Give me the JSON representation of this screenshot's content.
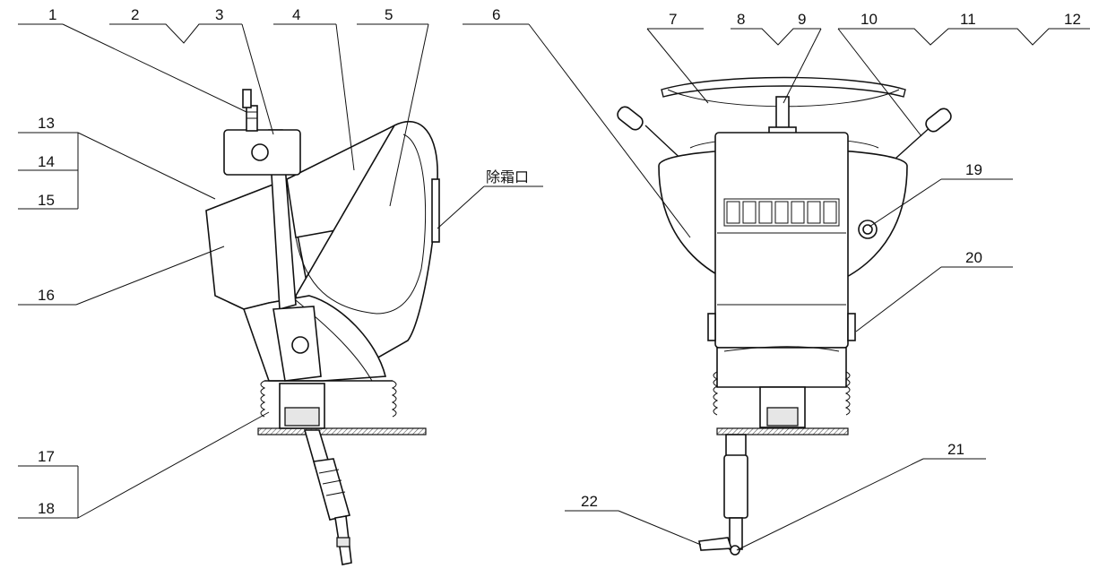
{
  "figure": {
    "labels": [
      "1",
      "2",
      "3",
      "4",
      "5",
      "6",
      "7",
      "8",
      "9",
      "10",
      "11",
      "12",
      "13",
      "14",
      "15",
      "16",
      "17",
      "18",
      "19",
      "20",
      "21",
      "22"
    ],
    "defrost_label": "除霜口",
    "colors": {
      "line": "#111111",
      "background": "#ffffff",
      "hatch": "#555555"
    }
  }
}
